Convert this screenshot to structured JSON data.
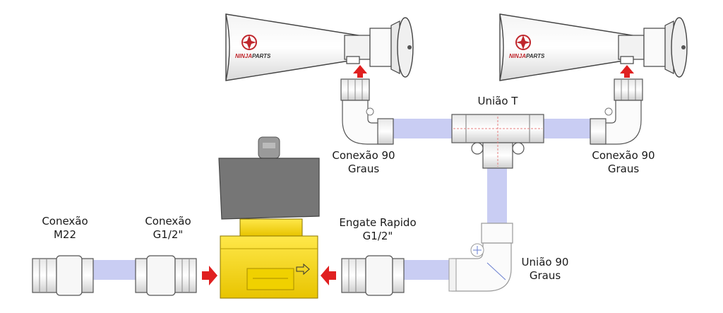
{
  "brand": {
    "logo_text": "NINJAPARTS",
    "logo_red": "NINJA",
    "logo_dark": "PARTS",
    "color": "#c0272d"
  },
  "labels": {
    "uniao_t": "União T",
    "conexao90_left": [
      "Conexão 90",
      "Graus"
    ],
    "conexao90_right": [
      "Conexão 90",
      "Graus"
    ],
    "conexao_m22": [
      "Conexão",
      "M22"
    ],
    "conexao_g12": [
      "Conexão",
      "G1/2\""
    ],
    "engate_rapido": [
      "Engate Rapido",
      "G1/2\""
    ],
    "uniao90": [
      "União 90",
      "Graus"
    ]
  },
  "colors": {
    "hose": "#c9cdf3",
    "valve_body": "#f7d700",
    "coil": "#767676",
    "arrow": "#e02020",
    "outline": "#555555"
  },
  "icons": {
    "flow_arrow": "red-arrow-icon",
    "valve_direction": "outline-arrow-icon"
  }
}
